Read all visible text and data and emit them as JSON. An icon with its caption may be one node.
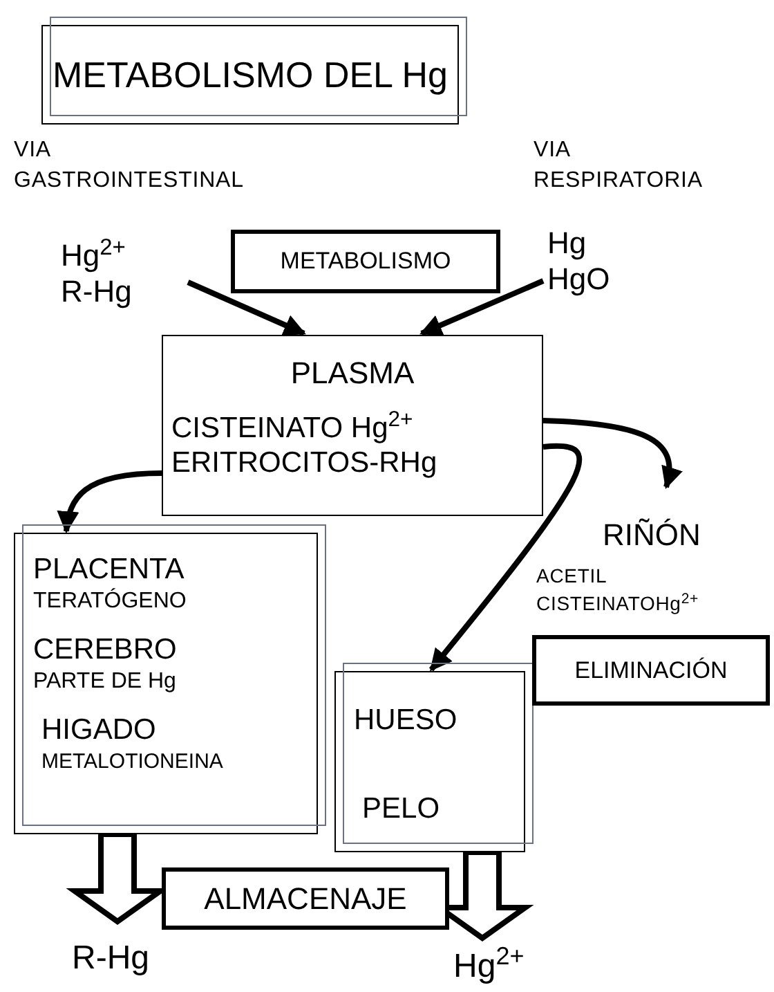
{
  "diagram": {
    "nodes": [
      {
        "text": [
          "METABOLISMO DEL Hg"
        ]
      },
      {
        "text": [
          "Hg$^{2+}$",
          "R-Hg"
        ]
      },
      {
        "text": [
          "METABOLISMO"
        ]
      },
      {
        "text": [
          "Hg",
          "HgO"
        ]
      },
      {
        "text": [
          "PLASMA",
          "CISTEINATO Hg$^{2+}$",
          "ERITROCITOS-RHg"
        ]
      },
      {
        "text": [
          "RIÑÓN"
        ]
      },
      {
        "text": [
          "PLACENTA",
          "TERATÓGENO",
          "CEREBRO",
          "PARTE DE Hg",
          "HIGADO",
          "METALOTIONEINA"
        ]
      },
      {
        "text": [
          "HUESO",
          "PELO"
        ]
      },
      {
        "text": [
          "ELIMINACIÓN"
        ]
      },
      {
        "text": [
          "ALMACENAJE"
        ]
      },
      {
        "text": [
          "R-Hg"
        ]
      },
      {
        "text": [
          "Hg$^{2+}$"
        ]
      }
    ],
    "edges": [
      {
        "from": 1,
        "to": 4,
        "arrow": "to"
      },
      {
        "from": 3,
        "to": 4,
        "arrow": "to"
      },
      {
        "from": 4,
        "to": 5,
        "arrow": "to"
      },
      {
        "from": 4,
        "to": 7,
        "arrow": "to"
      },
      {
        "from": 4,
        "to": 6,
        "arrow": "to"
      },
      {
        "from": 6,
        "to": 10,
        "arrow": "to",
        "style": "thick"
      },
      {
        "from": 7,
        "to": 11,
        "arrow": "to",
        "style": "thick"
      }
    ],
    "labels": [
      "VIA GASTROINTESTINAL",
      "VIA RESPIRATORIA",
      "ACETIL CISTEINATOHg$^{2+}$"
    ]
  }
}
